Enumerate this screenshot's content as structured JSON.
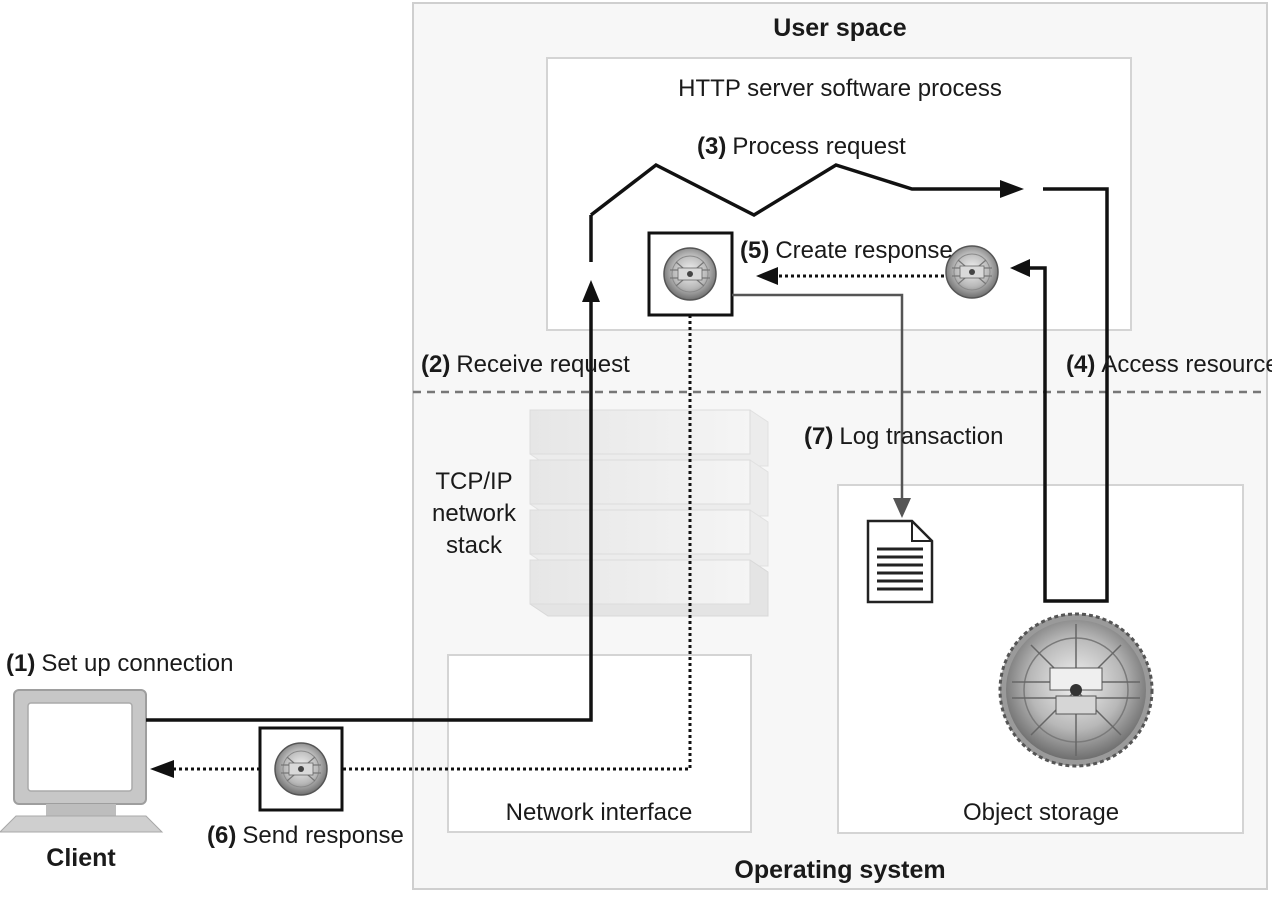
{
  "labels": {
    "user_space": "User space",
    "http_process": "HTTP server software process",
    "operating_system": "Operating system",
    "tcpip_line1": "TCP/IP",
    "tcpip_line2": "network",
    "tcpip_line3": "stack",
    "network_interface": "Network interface",
    "object_storage": "Object storage",
    "client": "Client"
  },
  "steps": [
    {
      "num": "(1)",
      "text": "Set up connection"
    },
    {
      "num": "(2)",
      "text": "Receive request"
    },
    {
      "num": "(3)",
      "text": "Process request"
    },
    {
      "num": "(4)",
      "text": "Access resource"
    },
    {
      "num": "(5)",
      "text": "Create response"
    },
    {
      "num": "(6)",
      "text": "Send response"
    },
    {
      "num": "(7)",
      "text": "Log transaction"
    }
  ],
  "icons": {
    "resource_disc": "saw-blade-disc-icon",
    "client": "computer-monitor-icon",
    "log_file": "document-icon",
    "object_storage": "large-saw-blade-icon"
  }
}
